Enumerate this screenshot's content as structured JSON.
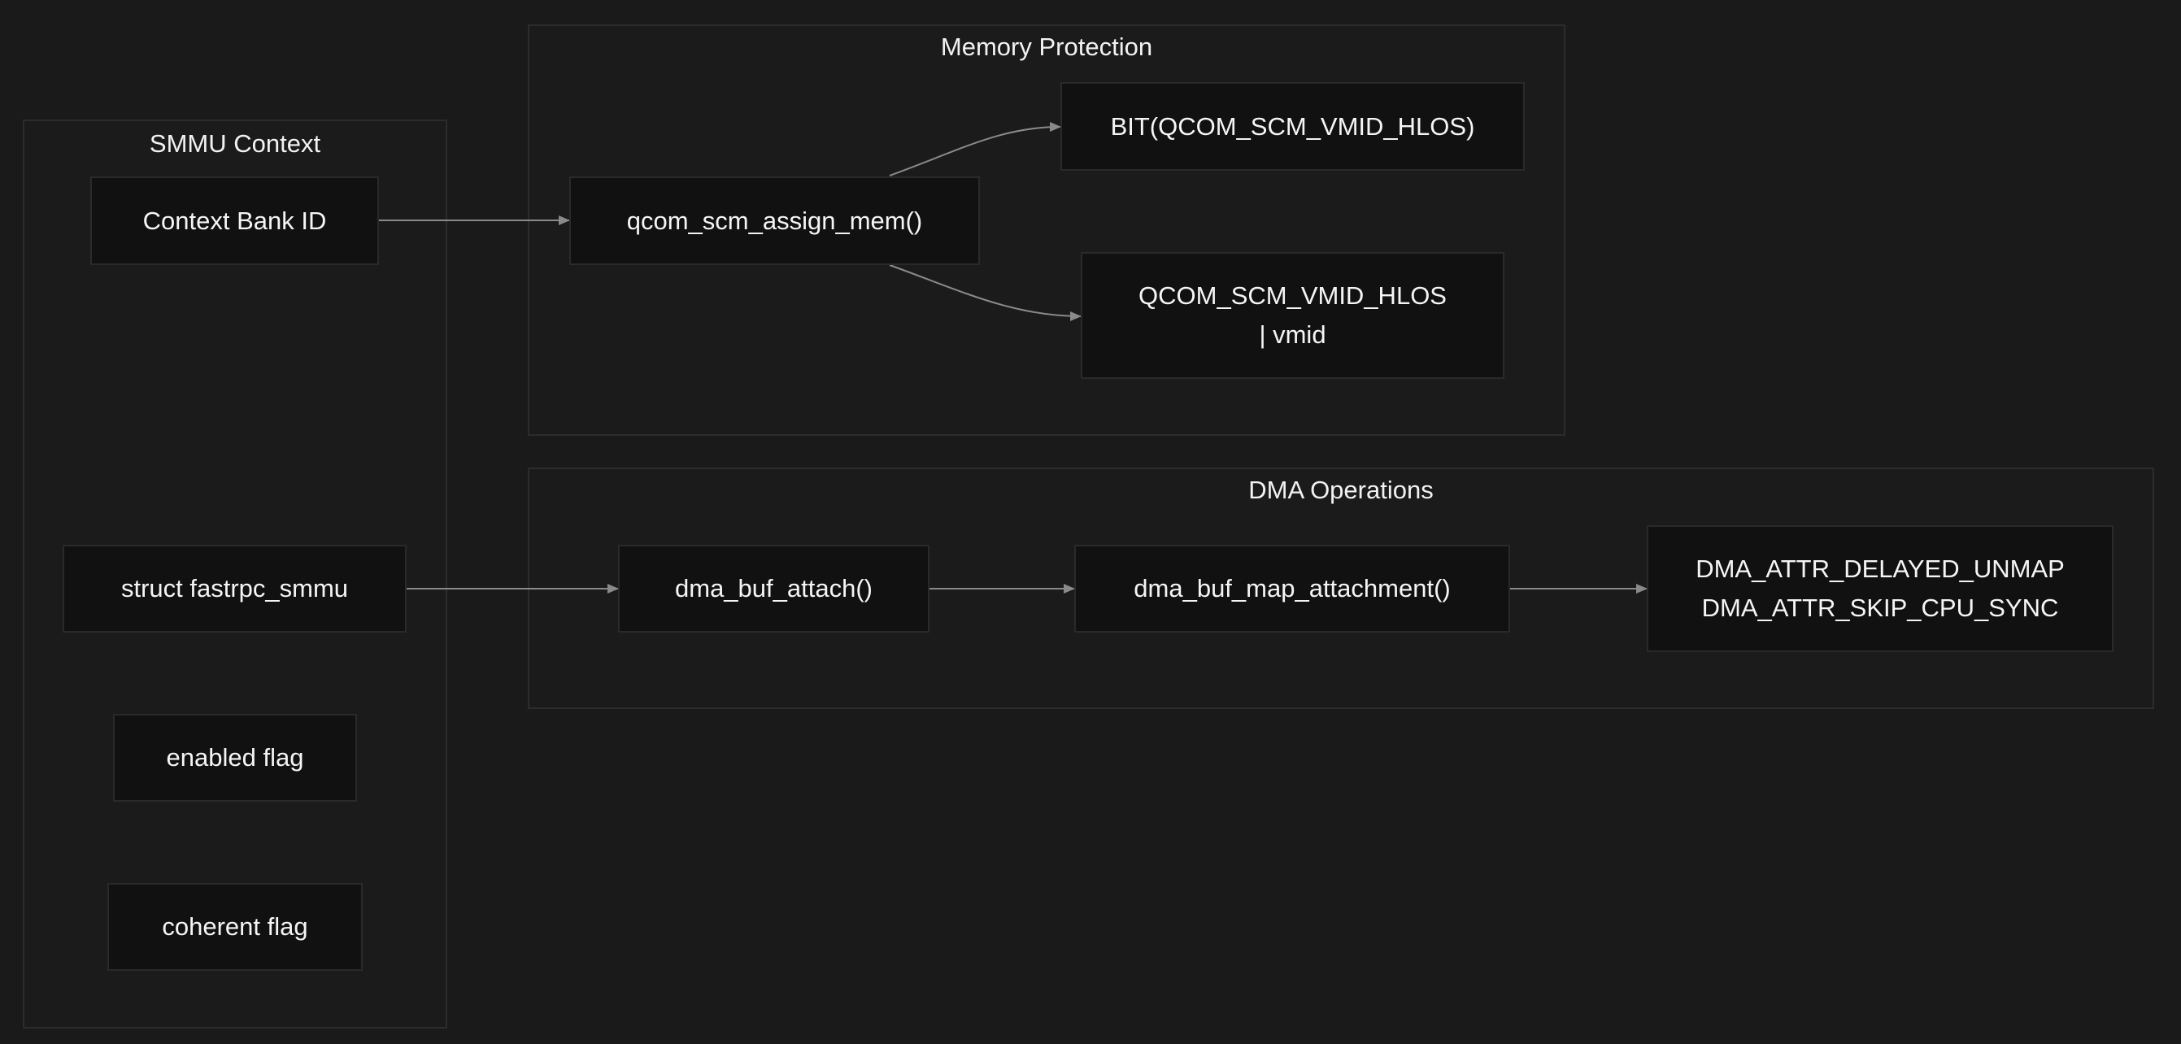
{
  "groups": {
    "smmu_context": {
      "title": "SMMU Context"
    },
    "memory_protection": {
      "title": "Memory Protection"
    },
    "dma_operations": {
      "title": "DMA Operations"
    }
  },
  "nodes": {
    "context_bank_id": {
      "lines": [
        "Context Bank ID"
      ]
    },
    "struct_fastrpc_smmu": {
      "lines": [
        "struct fastrpc_smmu"
      ]
    },
    "enabled_flag": {
      "lines": [
        "enabled flag"
      ]
    },
    "coherent_flag": {
      "lines": [
        "coherent flag"
      ]
    },
    "qcom_scm_assign_mem": {
      "lines": [
        "qcom_scm_assign_mem()"
      ]
    },
    "bit_vmid_hlos": {
      "lines": [
        "BIT(QCOM_SCM_VMID_HLOS)"
      ]
    },
    "vmid_hlos_or_vmid": {
      "lines": [
        "QCOM_SCM_VMID_HLOS",
        "| vmid"
      ]
    },
    "dma_buf_attach": {
      "lines": [
        "dma_buf_attach()"
      ]
    },
    "dma_buf_map_attachment": {
      "lines": [
        "dma_buf_map_attachment()"
      ]
    },
    "dma_attrs": {
      "lines": [
        "DMA_ATTR_DELAYED_UNMAP",
        "DMA_ATTR_SKIP_CPU_SYNC"
      ]
    }
  },
  "colors": {
    "background": "#1a1a1a",
    "group_fill": "#1b1b1b",
    "node_fill": "#111111",
    "edge": "#8a8a8a",
    "text": "#f2f2f2"
  }
}
